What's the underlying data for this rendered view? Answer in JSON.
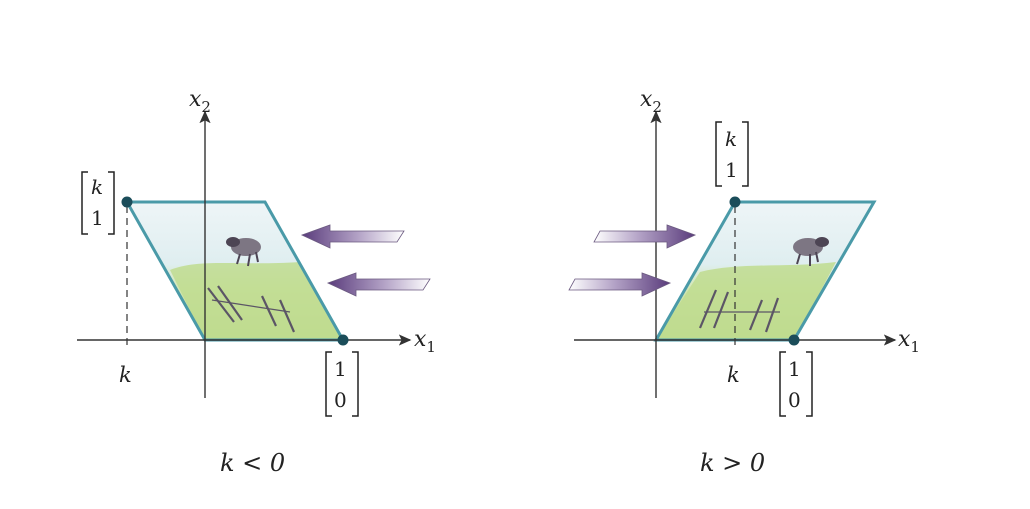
{
  "panels": [
    {
      "axis_x": "x",
      "axis_x_sub": "1",
      "axis_y": "x",
      "axis_y_sub": "2",
      "tick_label": "k",
      "vec_top": "k",
      "vec_bottom": "1",
      "e1_top": "1",
      "e1_bottom": "0",
      "caption": "k < 0"
    },
    {
      "axis_x": "x",
      "axis_x_sub": "1",
      "axis_y": "x",
      "axis_y_sub": "2",
      "tick_label": "k",
      "vec_top": "k",
      "vec_bottom": "1",
      "e1_top": "1",
      "e1_bottom": "0",
      "caption": "k > 0"
    }
  ],
  "colors": {
    "outline": "#4a9aa8",
    "point": "#1b4d5a",
    "arrow": "#6b4c8a",
    "meadow": "#b7d98a",
    "sky": "#e6f0f3"
  }
}
